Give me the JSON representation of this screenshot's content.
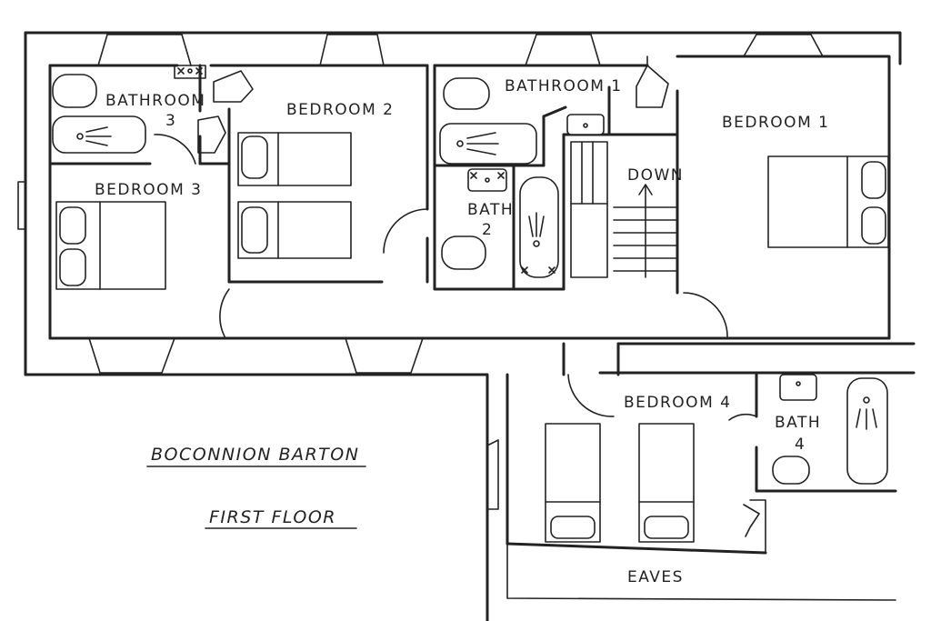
{
  "title": "BOCONNION BARTON",
  "subtitle": "FIRST FLOOR",
  "rooms": {
    "bathroom3": "BATHROOM",
    "bathroom3_num": "3",
    "bedroom2": "BEDROOM 2",
    "bathroom1": "BATHROOM 1",
    "bedroom1": "BEDROOM 1",
    "bedroom3": "BEDROOM 3",
    "bath2": "BATH",
    "bath2_num": "2",
    "stairs_down": "DOWN",
    "bedroom4": "BEDROOM 4",
    "bath4": "BATH",
    "bath4_num": "4",
    "eaves": "EAVES"
  }
}
